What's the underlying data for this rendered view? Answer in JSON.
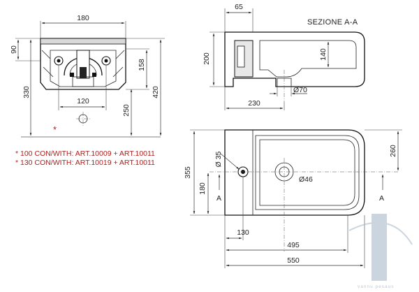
{
  "front_view": {
    "dims": {
      "top_width": "180",
      "height_upper": "90",
      "height_total_left": "330",
      "height_inner": "158",
      "height_total_right": "420",
      "spacing": "120",
      "drain_height": "250"
    },
    "star_mark": "*"
  },
  "section_view": {
    "title": "SEZIONE A-A",
    "dims": {
      "top_offset": "65",
      "height": "200",
      "inner_depth": "140",
      "depth": "230",
      "drain_diameter": "Ø70"
    }
  },
  "plan_view": {
    "dims": {
      "tap_hole": "Ø 35",
      "length_total": "355",
      "tap_height": "180",
      "width_right": "260",
      "drain_diameter": "Ø46",
      "tap_offset": "130",
      "inner_length": "495",
      "total_length": "550"
    },
    "section_marks": [
      "A",
      "A"
    ]
  },
  "notes": [
    "* 100 CON/WITH: ART.10009 + ART.10011",
    "* 130 CON/WITH: ART.10019 + ART.10011"
  ],
  "watermark": {
    "text": "vannu pesaus",
    "color": "#9fb4c6"
  }
}
